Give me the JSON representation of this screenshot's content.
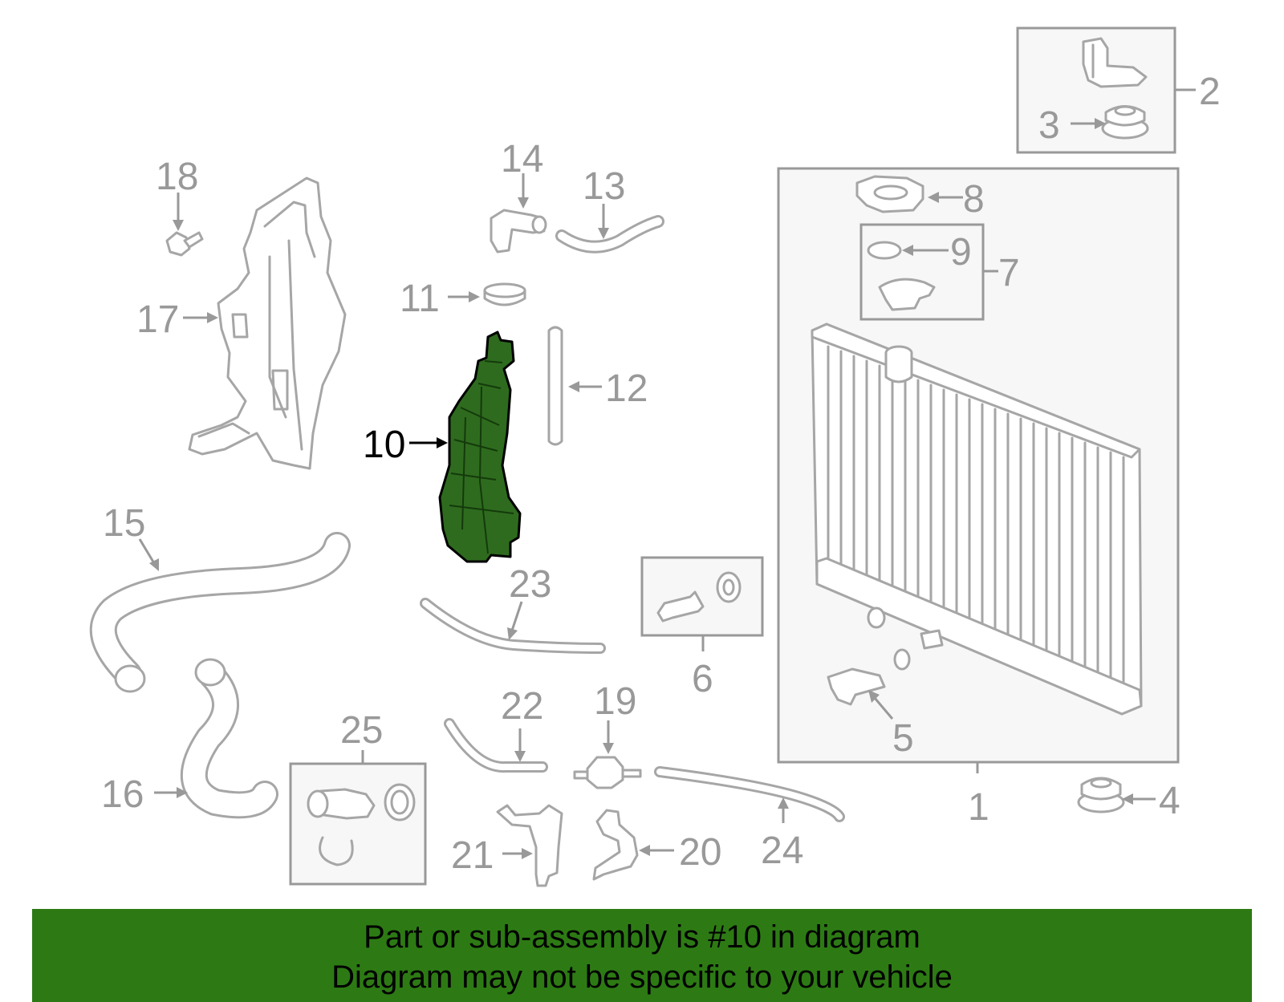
{
  "diagram": {
    "highlighted_part": "10",
    "highlight_color": "#2e6b1e",
    "callouts": [
      "1",
      "2",
      "3",
      "4",
      "5",
      "6",
      "7",
      "8",
      "9",
      "10",
      "11",
      "12",
      "13",
      "14",
      "15",
      "16",
      "17",
      "18",
      "19",
      "20",
      "21",
      "22",
      "23",
      "24",
      "25"
    ]
  },
  "footer": {
    "background": "#2d7a14",
    "line1": "Part or sub-assembly is #10 in diagram",
    "line2": "Diagram may not be specific to your vehicle"
  }
}
